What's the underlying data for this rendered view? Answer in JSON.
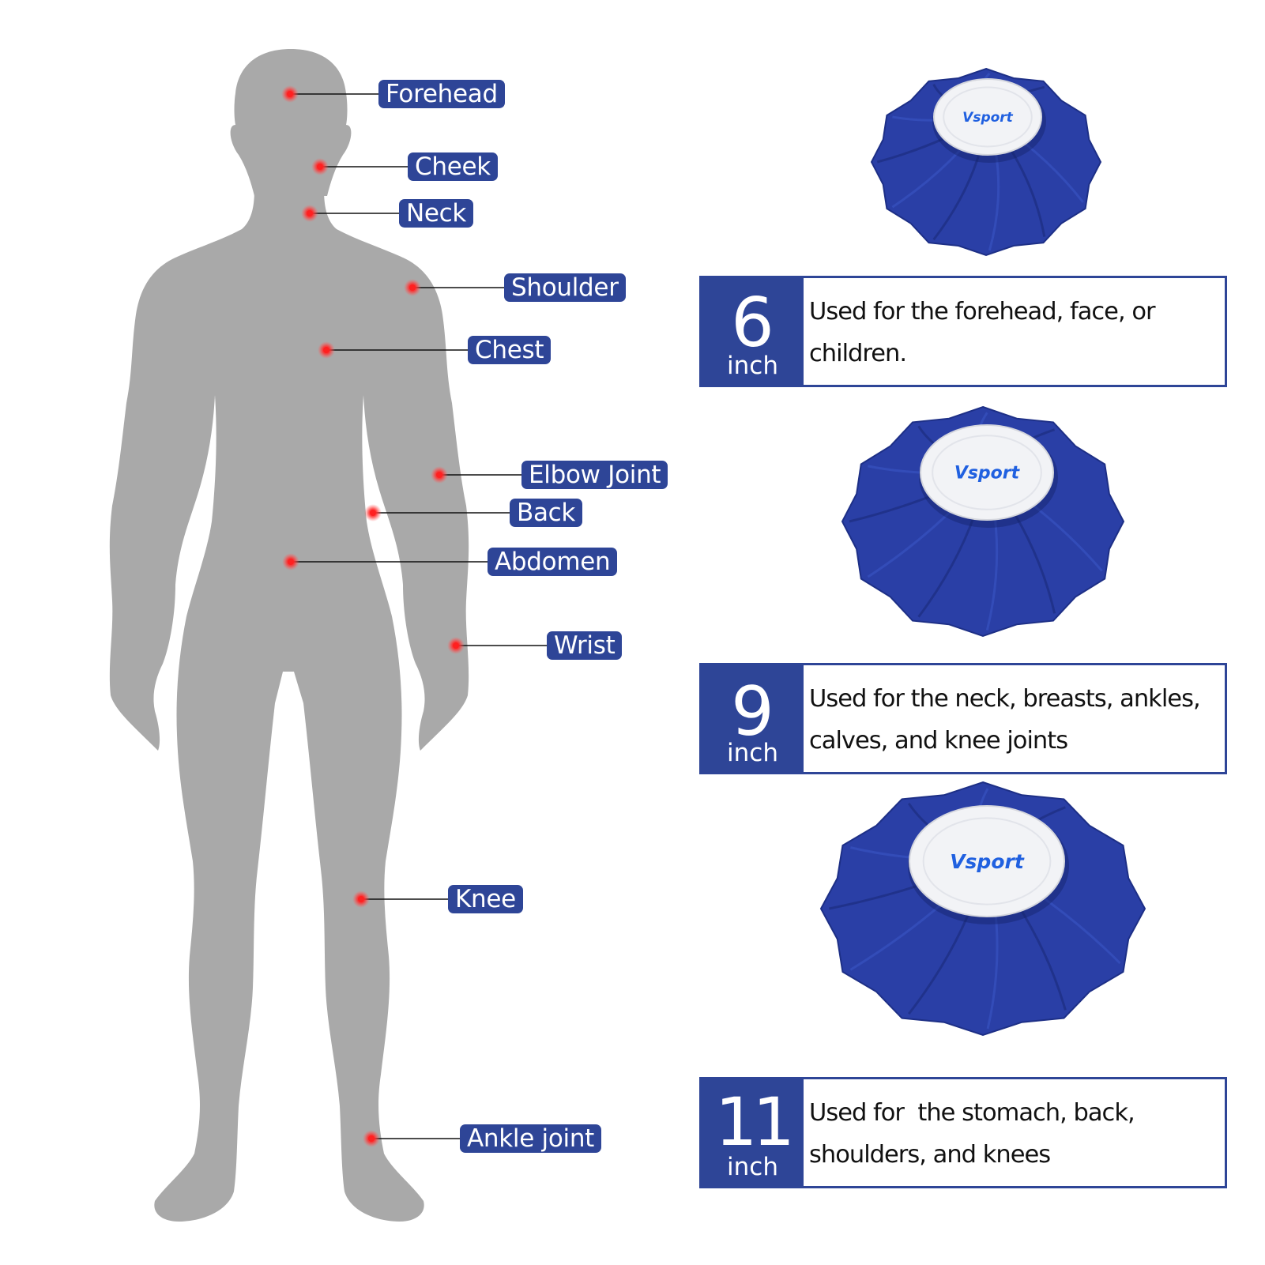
{
  "colors": {
    "label_bg": "#2e4597",
    "box_accent": "#2e4597",
    "body_fill": "#a9a9a9",
    "point_red": "#ff2020",
    "pack_fabric": "#2a3fa6",
    "pack_cap": "#f2f3f6",
    "brand_text": "#2060e0"
  },
  "body_points": [
    {
      "name": "forehead",
      "label": "Forehead"
    },
    {
      "name": "cheek",
      "label": "Cheek"
    },
    {
      "name": "neck",
      "label": "Neck"
    },
    {
      "name": "shoulder",
      "label": "Shoulder"
    },
    {
      "name": "chest",
      "label": "Chest"
    },
    {
      "name": "elbow-joint",
      "label": "Elbow Joint"
    },
    {
      "name": "back",
      "label": "Back"
    },
    {
      "name": "abdomen",
      "label": "Abdomen"
    },
    {
      "name": "wrist",
      "label": "Wrist"
    },
    {
      "name": "knee",
      "label": "Knee"
    },
    {
      "name": "ankle-joint",
      "label": "Ankle joint"
    }
  ],
  "products": [
    {
      "brand": "Vsport",
      "size": "6",
      "unit": "inch",
      "description": "Used for the forehead, face, or children."
    },
    {
      "brand": "Vsport",
      "size": "9",
      "unit": "inch",
      "description": "Used for the neck, breasts, ankles, calves, and knee joints"
    },
    {
      "brand": "Vsport",
      "size": "11",
      "unit": "inch",
      "description": "Used for  the stomach, back, shoulders, and knees"
    }
  ]
}
